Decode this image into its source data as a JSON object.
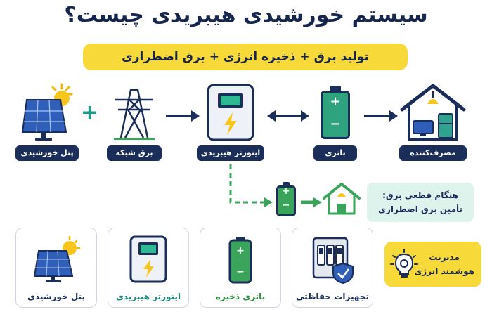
{
  "title": "سیستم خورشیدی هیبریدی چیست؟",
  "banner": "تولید برق + ذخیره انرژی + برق اضطراری",
  "flow": {
    "plus": "+",
    "solar_label": "پنل خورشیدی",
    "grid_label": "برق شبکه",
    "inverter_label": "اینورتر هیبریدی",
    "battery_label": "باتری",
    "consumer_label": "مصرف‌کننده",
    "battery_plus": "+",
    "battery_minus": "−"
  },
  "outage": {
    "line1": "هنگام قطعی برق:",
    "line2": "تأمین برق اضطراری"
  },
  "cards": [
    {
      "label": "پنل خورشیدی",
      "color": "#1b2e5a"
    },
    {
      "label": "اینورتر هیبریدی",
      "color": "#1e8a7c"
    },
    {
      "label": "باتری ذخیره",
      "color": "#2f8f3f"
    },
    {
      "label": "تجهیزات حفاظتی",
      "color": "#1b2e5a"
    }
  ],
  "management": {
    "line1": "مدیریت",
    "line2": "هوشمند انرژی"
  },
  "colors": {
    "navy": "#1b2e5a",
    "yellow": "#f8d93a",
    "teal": "#1e8a7c",
    "green": "#3aa55a"
  }
}
